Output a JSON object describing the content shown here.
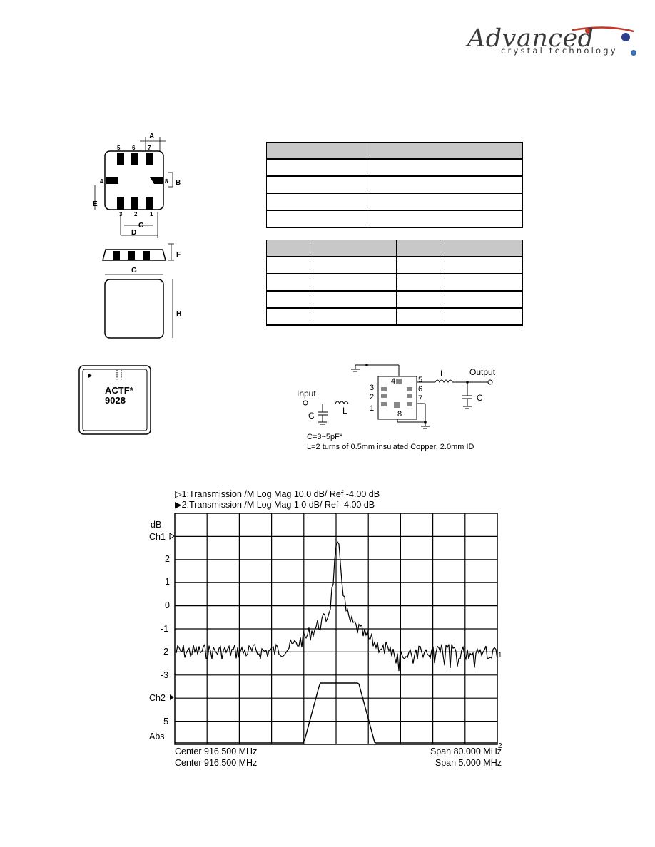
{
  "logo": {
    "name": "Advanced",
    "tagline": "crystal technology"
  },
  "package_drawing": {
    "dimension_labels": [
      "A",
      "B",
      "C",
      "D",
      "E",
      "F",
      "G",
      "H"
    ],
    "pad_numbers": [
      "5",
      "6",
      "7",
      "4",
      "8",
      "3",
      "2",
      "1"
    ]
  },
  "marking": {
    "line1": "ACTF*",
    "line2": "9028"
  },
  "schematic": {
    "input_label": "Input",
    "output_label": "Output",
    "cap_label": "C",
    "inductor_label": "L",
    "pins": [
      "4",
      "5",
      "3",
      "6",
      "2",
      "7",
      "1",
      "8"
    ],
    "note_c": "C=3~5pF*",
    "note_l": "L=2 turns of 0.5mm insulated Copper, 2.0mm ID"
  },
  "dimension_table": {
    "rows": 5,
    "cols": 2
  },
  "pin_table": {
    "rows": 5,
    "cols": 4
  },
  "analyzer": {
    "trace1_header": "▷1:Transmission  /M Log Mag  10.0 dB/  Ref  -4.00 dB",
    "trace2_header": "▶2:Transmission  /M Log Mag   1.0 dB/  Ref  -4.00 dB",
    "unit_label": "dB",
    "y_labels": [
      "Ch1",
      "2",
      "1",
      "0",
      "-1",
      "-2",
      "-3",
      "Ch2",
      "-5",
      "Abs"
    ],
    "footer_center1": "Center 916.500 MHz",
    "footer_center2": "Center 916.500 MHz",
    "footer_span1": "Span 80.000 MHz",
    "footer_span2": "Span 5.000 MHz",
    "right_marker1": "1",
    "right_marker2": "2"
  }
}
